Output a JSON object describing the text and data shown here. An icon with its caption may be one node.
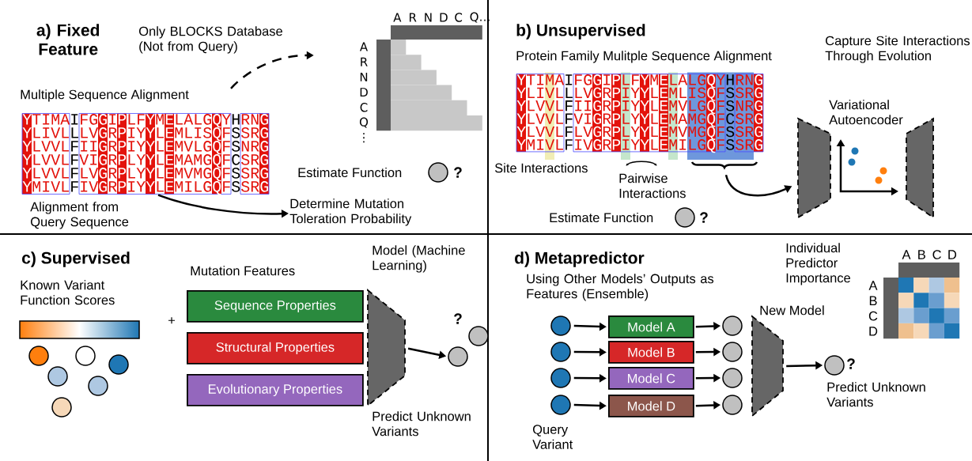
{
  "diagram": {
    "nodes": [
      {
        "text": [
          "Multiple Sequence Alignment",
          "YTIMAIFGGIPLFYMELALGQYHRNG",
          "YLIVLLLVGRPIYYLEMLISQFSSRG",
          "YLVVLFIIGRPIYYLEMVLGQFSNRG",
          "YLVVLFVIGRPLYYLEMAMGQFCSRG",
          "YLVVLFLVGRPLYYLEMVMGQFSSRG",
          "YMIVLFIVGRPIYYLEMILGQFSSRG"
        ],
        "beside": [
          "Alignment from Query Sequence"
        ]
      },
      {
        "text": [
          "A",
          "R",
          "N",
          "D",
          "C",
          "Q…",
          "A",
          "R",
          "N",
          "D",
          "C",
          "Q",
          "⋮"
        ]
      },
      {
        "text": [
          "Determine Mutation Toleration Probability"
        ]
      },
      {
        "text": [],
        "shape": "circle",
        "beside": [
          "Estimate Function",
          "?"
        ]
      },
      {
        "text": [
          "Protein Family Mulitple Sequence Alignment",
          "YTIMAIFGGIPLFYMELALGQYHRNG",
          "YLIVLLLVGRPIYYLEMLISQFSSRG",
          "YLVVLFIIGRPIYYLEMVLGQFSNRG",
          "YLVVLFVIGRPLYYLEMAMGQFCSRG",
          "YLVVLFLVGRPLYYLEMVMGQFSSRG",
          "YMIVLFIVGRPIYYLEMILGQFSSRG"
        ]
      },
      {
        "text": [],
        "shape": "trapezoid",
        "beside": [
          "Variational Autoencoder"
        ]
      },
      {
        "text": [],
        "shape": "trapezoid"
      },
      {
        "text": [],
        "shape": "circle",
        "beside": [
          "Estimate Function",
          "?"
        ]
      },
      {
        "text": [
          "Sequence Properties"
        ]
      },
      {
        "text": [
          "Structural Properties"
        ]
      },
      {
        "text": [
          "Evolutionary Properties"
        ]
      },
      {
        "text": [],
        "shape": "trapezoid",
        "beside": [
          "Model (Machine Learning)",
          "Predict Unknown Variants"
        ]
      },
      {
        "text": [],
        "shape": "circle"
      },
      {
        "text": [],
        "shape": "circle",
        "beside": [
          "?"
        ]
      },
      {
        "text": [],
        "shape": "circle"
      },
      {
        "text": [],
        "shape": "circle"
      },
      {
        "text": [],
        "shape": "circle"
      },
      {
        "text": [],
        "shape": "circle"
      },
      {
        "text": [
          "Model A"
        ]
      },
      {
        "text": [
          "Model B"
        ]
      },
      {
        "text": [
          "Model C"
        ]
      },
      {
        "text": [
          "Model D"
        ]
      },
      {
        "text": [],
        "shape": "circle"
      },
      {
        "text": [],
        "shape": "circle"
      },
      {
        "text": [],
        "shape": "circle"
      },
      {
        "text": [],
        "shape": "circle"
      },
      {
        "text": [],
        "shape": "trapezoid",
        "beside": [
          "New Model"
        ]
      },
      {
        "text": [],
        "shape": "circle",
        "beside": [
          "?",
          "Predict Unknown Variants"
        ]
      }
    ],
    "edges": [
      {
        "from": 0,
        "to": 1,
        "arrow": "to",
        "style": "dashed",
        "label": "Only BLOCKS Database (Not from Query)"
      },
      {
        "from": 0,
        "to": 2,
        "arrow": "to"
      },
      {
        "from": 4,
        "to": 5,
        "arrow": "to"
      },
      {
        "from": 11,
        "to": 12,
        "arrow": "to"
      },
      {
        "from": 14,
        "to": 18,
        "arrow": "to"
      },
      {
        "from": 15,
        "to": 19,
        "arrow": "to"
      },
      {
        "from": 16,
        "to": 20,
        "arrow": "to"
      },
      {
        "from": 17,
        "to": 21,
        "arrow": "to"
      },
      {
        "from": 18,
        "to": 22,
        "arrow": "to"
      },
      {
        "from": 19,
        "to": 23,
        "arrow": "to"
      },
      {
        "from": 20,
        "to": 24,
        "arrow": "to"
      },
      {
        "from": 21,
        "to": 25,
        "arrow": "to"
      },
      {
        "from": 26,
        "to": 27,
        "arrow": "to"
      }
    ],
    "labels": [
      "a) Fixed Feature",
      "b) Unsupervised",
      "Capture Site Interactions Through Evolution",
      "Site Interactions",
      "Pairwise Interactions",
      "c) Supervised",
      "Known Variant Function Scores",
      "+",
      "Mutation Features",
      "d) Metapredictor",
      "Using Other Models’ Outputs as Features (Ensemble)",
      "Individual Predictor Importance",
      "A",
      "B",
      "C",
      "D",
      "A",
      "B",
      "C",
      "D",
      "Query Variant"
    ]
  }
}
